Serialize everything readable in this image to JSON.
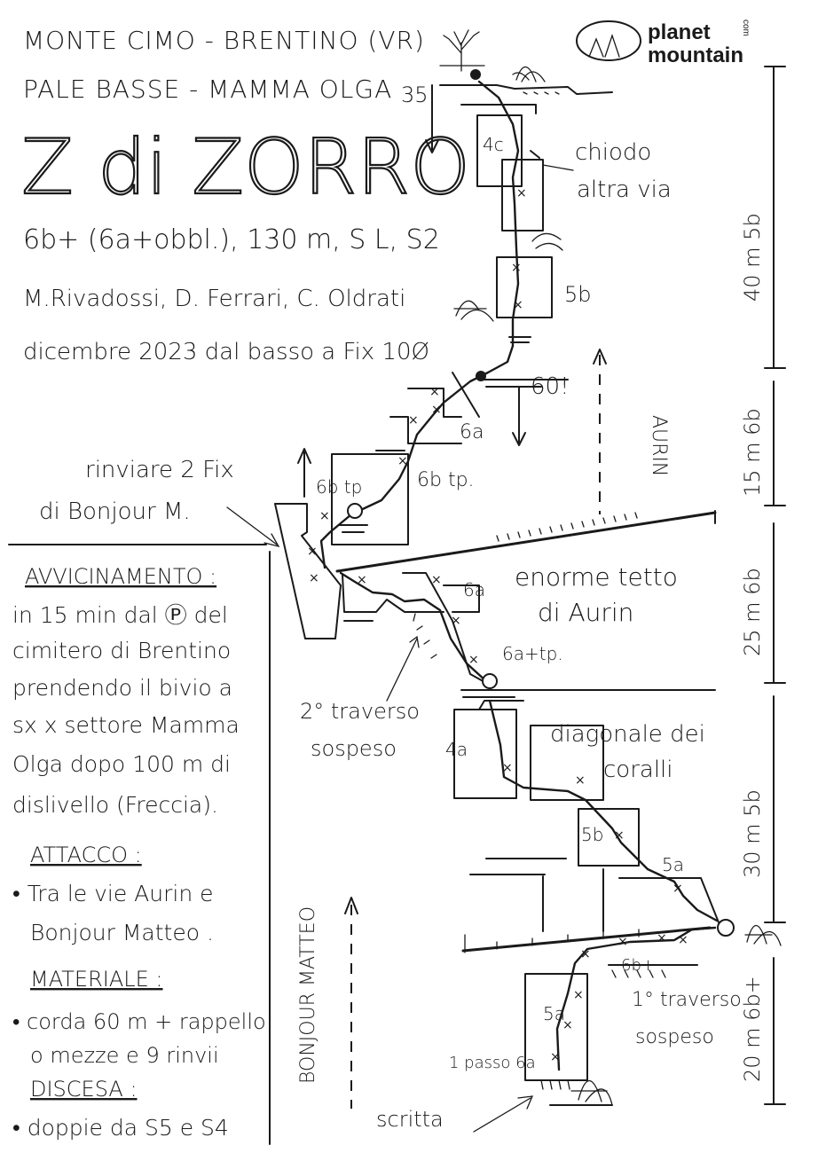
{
  "header": {
    "location_line1": "MONTE CIMO - BRENTINO (VR)",
    "location_line2": "PALE BASSE - MAMMA OLGA",
    "route_name": "Z di ZORRO",
    "grade_line": "6b+ (6a+obbl.), 130 m, S L, S2",
    "authors": "M.Rivadossi, D. Ferrari, C. Oldrati",
    "date_line": "dicembre 2023 dal basso a Fix 10Ø"
  },
  "logo": {
    "word1": "planet",
    "word2": "mountain",
    "suffix": "com"
  },
  "pitch_lengths": [
    {
      "label": "40 m 5b"
    },
    {
      "label": "15 m 6b"
    },
    {
      "label": "25 m 6b"
    },
    {
      "label": "30 m 5b"
    },
    {
      "label": "20 m 6b+"
    }
  ],
  "topo_labels": {
    "start_height": "35",
    "chiodo": "chiodo",
    "altra_via": "altra via",
    "grade_4c": "4c",
    "grade_5b_upper": "5b",
    "warning_60": "60!",
    "neighbour_route_aurin": "AURIN",
    "grade_6a_upper": "6a",
    "grade_6b_tp": "6b tp.",
    "grade_6b_tp_belay": "6b tp",
    "rinviare_line1": "rinviare 2 Fix",
    "rinviare_line2": "di Bonjour M.",
    "roof_line1": "enorme tetto",
    "roof_line2": "di Aurin",
    "grade_6a_roof": "6a",
    "grade_6a_plus_tp": "6a+tp.",
    "traverse2_line1": "2° traverso",
    "traverse2_line2": "sospeso",
    "grade_4a": "4a",
    "diagonal_line1": "diagonale dei",
    "diagonal_line2": "coralli",
    "grade_5b_lower": "5b",
    "grade_5a_right": "5a",
    "neighbour_route_bonjour": "BONJOUR MATTEO",
    "grade_6b_plus": "6b+",
    "traverse1_line1": "1° traverso",
    "traverse1_line2": "sospeso",
    "grade_5a_lower": "5a",
    "passo": "1 passo 6a",
    "scritta": "scritta"
  },
  "info": {
    "approach_title": "AVVICINAMENTO :",
    "approach_lines": [
      "in 15 min dal Ⓟ del",
      "cimitero di Brentino",
      "prendendo il bivio a",
      "sx x settore Mamma",
      "Olga dopo 100 m di",
      "dislivello (Freccia)."
    ],
    "attack_title": "ATTACCO :",
    "attack_lines": [
      "• Tra le vie Aurin e",
      "Bonjour Matteo ."
    ],
    "material_title": "MATERIALE :",
    "material_lines": [
      "• corda 60 m + rappello",
      "o mezze e 9 rinvii"
    ],
    "descent_title": "DISCESA :",
    "descent_lines": [
      "• doppie da S5 e S4"
    ]
  }
}
